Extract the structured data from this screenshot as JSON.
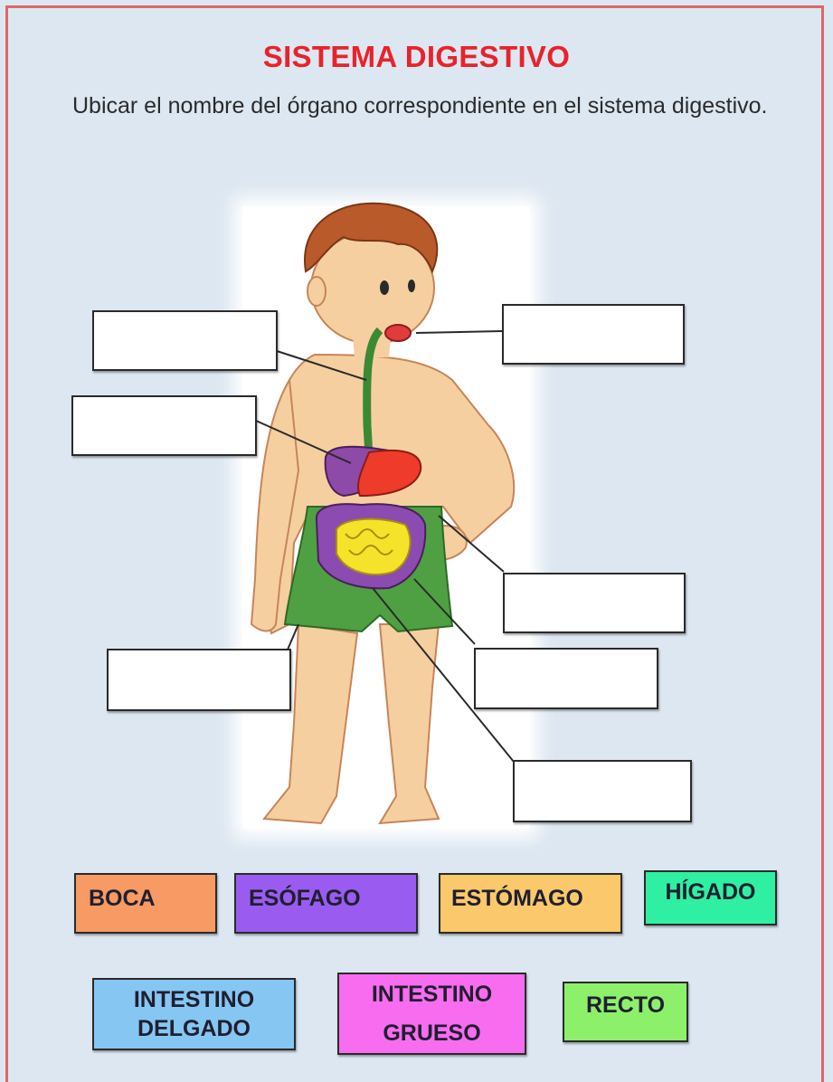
{
  "title": "SISTEMA DIGESTIVO",
  "instruction": "Ubicar el nombre del órgano  correspondiente en el sistema digestivo.",
  "figure_icon": "child-digestive-system-illustration",
  "answer_boxes": [
    "",
    "",
    "",
    "",
    "",
    "",
    ""
  ],
  "chips": [
    {
      "lines": [
        "BOCA"
      ],
      "color": "#f79a63"
    },
    {
      "lines": [
        "ESÓFAGO"
      ],
      "color": "#9a5cf0"
    },
    {
      "lines": [
        "ESTÓMAGO"
      ],
      "color": "#fbc86c"
    },
    {
      "lines": [
        "HÍGADO"
      ],
      "color": "#2ff0a2"
    },
    {
      "lines": [
        "INTESTINO",
        "DELGADO"
      ],
      "color": "#86c6f3"
    },
    {
      "lines": [
        "INTESTINO",
        "GRUESO"
      ],
      "color": "#f86cf0"
    },
    {
      "lines": [
        "RECTO"
      ],
      "color": "#8df06b"
    }
  ]
}
